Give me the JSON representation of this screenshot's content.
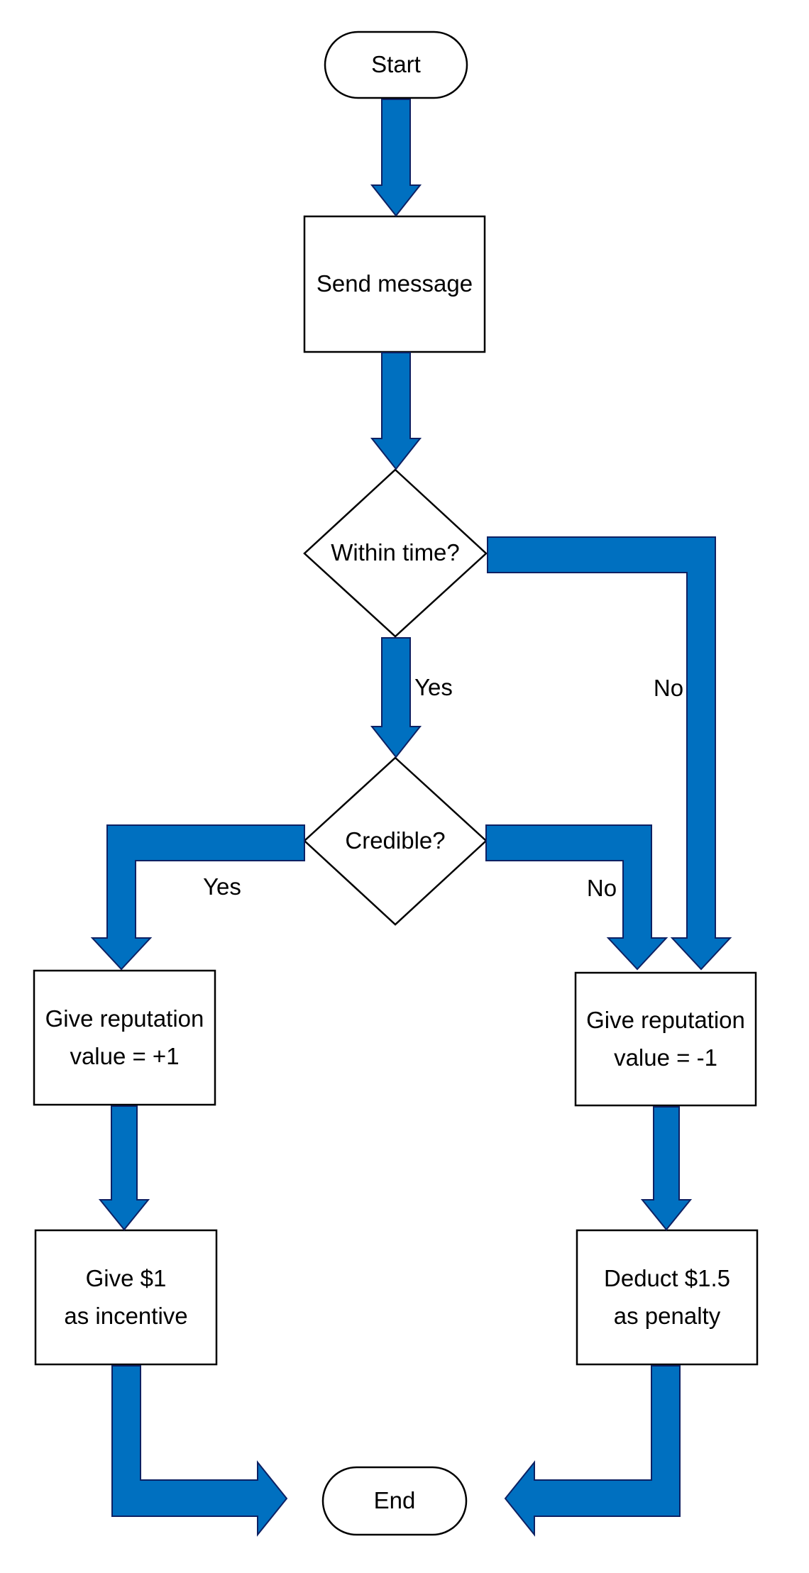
{
  "diagram": {
    "type": "flowchart",
    "title": "Message reputation / incentive flowchart",
    "colors": {
      "background": "#FFFFFF",
      "shape_fill": "#FFFFFF",
      "shape_stroke": "#000000",
      "arrow_fill": "#0070C0",
      "arrow_stroke": "#0E2163",
      "text": "#000000"
    },
    "nodes": {
      "start": {
        "shape": "terminator",
        "label": "Start"
      },
      "send_message": {
        "shape": "process",
        "label": "Send message"
      },
      "within_time": {
        "shape": "decision",
        "label": "Within time?"
      },
      "credible": {
        "shape": "decision",
        "label": "Credible?"
      },
      "rep_plus": {
        "shape": "process",
        "label": "Give reputation\nvalue = +1"
      },
      "rep_minus": {
        "shape": "process",
        "label": "Give reputation\nvalue = -1"
      },
      "give_incentive": {
        "shape": "process",
        "label": "Give $1\nas incentive"
      },
      "deduct_penalty": {
        "shape": "process",
        "label": "Deduct $1.5\nas penalty"
      },
      "end": {
        "shape": "terminator",
        "label": "End"
      }
    },
    "edge_labels": {
      "within_time_yes": "Yes",
      "within_time_no": "No",
      "credible_yes": "Yes",
      "credible_no": "No"
    },
    "edges": [
      {
        "from": "start",
        "to": "send_message",
        "label": ""
      },
      {
        "from": "send_message",
        "to": "within_time",
        "label": ""
      },
      {
        "from": "within_time",
        "to": "credible",
        "label": "Yes"
      },
      {
        "from": "within_time",
        "to": "rep_minus",
        "label": "No"
      },
      {
        "from": "credible",
        "to": "rep_plus",
        "label": "Yes"
      },
      {
        "from": "credible",
        "to": "rep_minus",
        "label": "No"
      },
      {
        "from": "rep_plus",
        "to": "give_incentive",
        "label": ""
      },
      {
        "from": "rep_minus",
        "to": "deduct_penalty",
        "label": ""
      },
      {
        "from": "give_incentive",
        "to": "end",
        "label": ""
      },
      {
        "from": "deduct_penalty",
        "to": "end",
        "label": ""
      }
    ]
  }
}
